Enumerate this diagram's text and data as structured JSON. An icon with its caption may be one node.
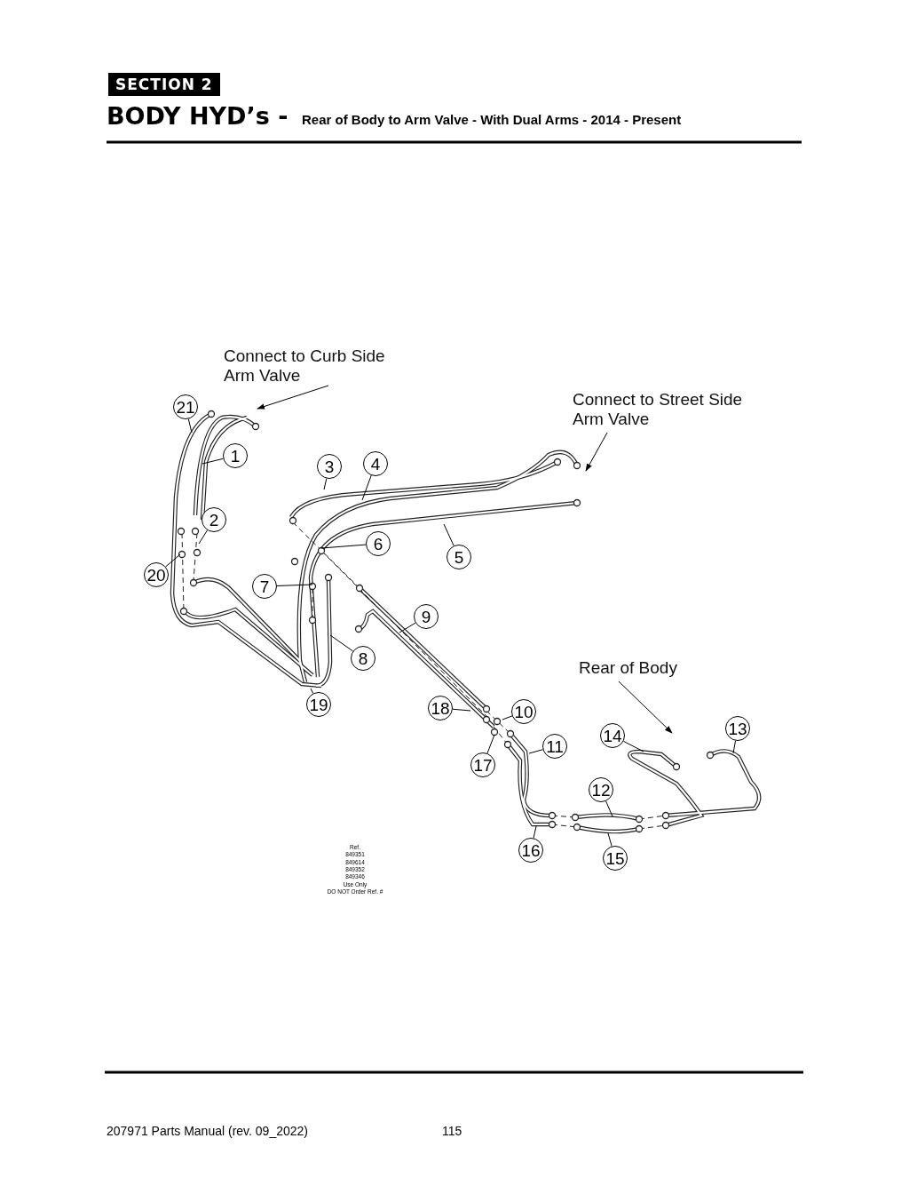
{
  "diagram": {
    "title": "BODY HYD’s -",
    "nodes": [
      {
        "text": [
          "Connect to Curb Side Arm Valve"
        ]
      },
      {
        "text": [
          "Connect to Street Side Arm Valve"
        ]
      },
      {
        "text": [
          "Rear of Body"
        ]
      },
      {
        "text": [
          "1"
        ]
      },
      {
        "text": [
          "2"
        ]
      },
      {
        "text": [
          "3"
        ]
      },
      {
        "text": [
          "4"
        ]
      },
      {
        "text": [
          "5"
        ]
      },
      {
        "text": [
          "6"
        ]
      },
      {
        "text": [
          "7"
        ]
      },
      {
        "text": [
          "8"
        ]
      },
      {
        "text": [
          "9"
        ]
      },
      {
        "text": [
          "10"
        ]
      },
      {
        "text": [
          "11"
        ]
      },
      {
        "text": [
          "12"
        ]
      },
      {
        "text": [
          "13"
        ]
      },
      {
        "text": [
          "14"
        ]
      },
      {
        "text": [
          "15"
        ]
      },
      {
        "text": [
          "16"
        ]
      },
      {
        "text": [
          "17"
        ]
      },
      {
        "text": [
          "18"
        ]
      },
      {
        "text": [
          "19"
        ]
      },
      {
        "text": [
          "20"
        ]
      },
      {
        "text": [
          "21"
        ]
      }
    ],
    "edges": [
      {
        "from": 0,
        "to": null,
        "arrow": "to"
      },
      {
        "from": 1,
        "to": null,
        "arrow": "to"
      },
      {
        "from": 2,
        "to": null,
        "arrow": "to"
      },
      {
        "from": 3,
        "to": null,
        "arrow": "none"
      },
      {
        "from": 4,
        "to": null,
        "arrow": "none"
      },
      {
        "from": 5,
        "to": null,
        "arrow": "none"
      },
      {
        "from": 6,
        "to": null,
        "arrow": "none"
      },
      {
        "from": 7,
        "to": null,
        "arrow": "none"
      },
      {
        "from": 8,
        "to": null,
        "arrow": "none"
      },
      {
        "from": 9,
        "to": null,
        "arrow": "none"
      },
      {
        "from": 10,
        "to": null,
        "arrow": "none"
      },
      {
        "from": 11,
        "to": null,
        "arrow": "none"
      },
      {
        "from": 12,
        "to": null,
        "arrow": "none"
      },
      {
        "from": 13,
        "to": null,
        "arrow": "none"
      },
      {
        "from": 14,
        "to": null,
        "arrow": "none"
      },
      {
        "from": 15,
        "to": null,
        "arrow": "none"
      },
      {
        "from": 16,
        "to": null,
        "arrow": "none"
      },
      {
        "from": 17,
        "to": null,
        "arrow": "none"
      },
      {
        "from": 18,
        "to": null,
        "arrow": "none"
      },
      {
        "from": 19,
        "to": null,
        "arrow": "none"
      },
      {
        "from": 20,
        "to": null,
        "arrow": "none"
      },
      {
        "from": 21,
        "to": null,
        "arrow": "none"
      },
      {
        "from": 22,
        "to": null,
        "arrow": "none"
      },
      {
        "from": 23,
        "to": null,
        "arrow": "none"
      }
    ],
    "labels": [
      "SECTION 2",
      "Rear of Body to Arm Valve - With Dual Arms - 2014 - Present",
      "Ref.",
      "849351",
      "849614",
      "849352",
      "849346",
      "Use Only",
      "DO NOT Order Ref. #",
      "207971 Parts Manual (rev. 09_2022)",
      "115"
    ]
  }
}
